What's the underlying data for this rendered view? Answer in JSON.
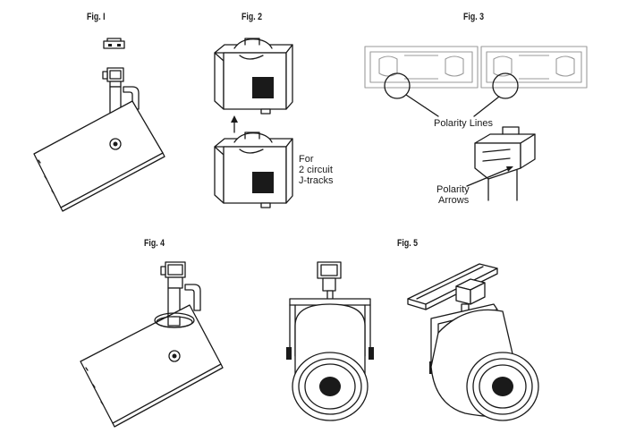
{
  "figures": {
    "fig1": {
      "title": "Fig. I"
    },
    "fig2": {
      "title": "Fig. 2",
      "note": [
        "For",
        "2 circuit",
        "J-tracks"
      ]
    },
    "fig3": {
      "title": "Fig. 3",
      "polarity_lines": "Polarity Lines",
      "polarity_arrows": [
        "Polarity",
        "Arrows"
      ]
    },
    "fig4": {
      "title": "Fig. 4"
    },
    "fig5": {
      "title": "Fig. 5"
    }
  },
  "colors": {
    "line": "#1a1a1a",
    "track_gray": "#9a9a9a",
    "background": "#ffffff"
  }
}
